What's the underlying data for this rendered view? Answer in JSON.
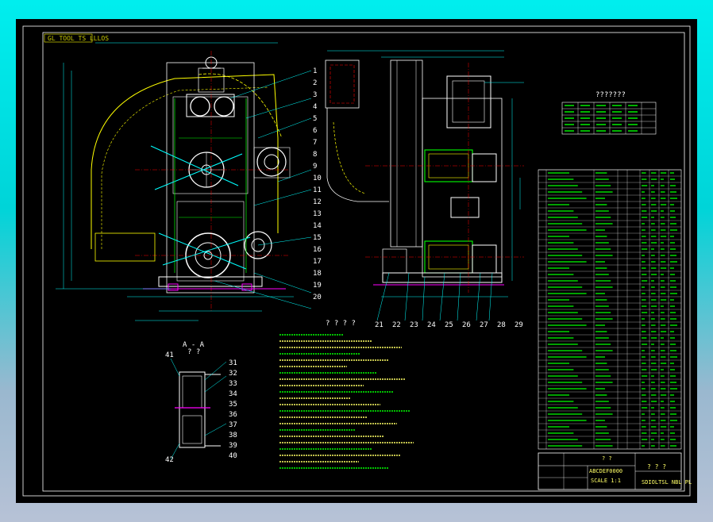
{
  "sheet": {
    "corner_tag": "GL TOOL TS LLLOS",
    "section_label": "A - A",
    "section_sub": "? ?",
    "notes_title": "? ? ? ?",
    "table_title": "???????",
    "title_main": "? ?",
    "title_sub": "? ? ?",
    "project_code": "ABCDEF0000",
    "drawing_number": "SDIOLTSL NBL PL",
    "scale_label": "SCALE  1:1"
  },
  "colors": {
    "frame": "#ffffff",
    "cyan": "#00ffff",
    "yellow": "#ffff00",
    "green": "#00ff00",
    "red": "#ff0000",
    "magenta": "#ff00ff",
    "white": "#ffffff"
  },
  "callouts_right_view": [
    "1",
    "2",
    "3",
    "4",
    "5",
    "6",
    "7",
    "8",
    "9",
    "10",
    "11",
    "12",
    "13",
    "14",
    "15",
    "16",
    "17",
    "18",
    "19",
    "20"
  ],
  "callouts_bottom": [
    "21",
    "22",
    "23",
    "24",
    "25",
    "26",
    "27",
    "28",
    "29"
  ],
  "callouts_section_left": [
    "41",
    "42"
  ],
  "callouts_section_right": [
    "31",
    "32",
    "33",
    "34",
    "35",
    "36",
    "37",
    "38",
    "39",
    "40"
  ]
}
